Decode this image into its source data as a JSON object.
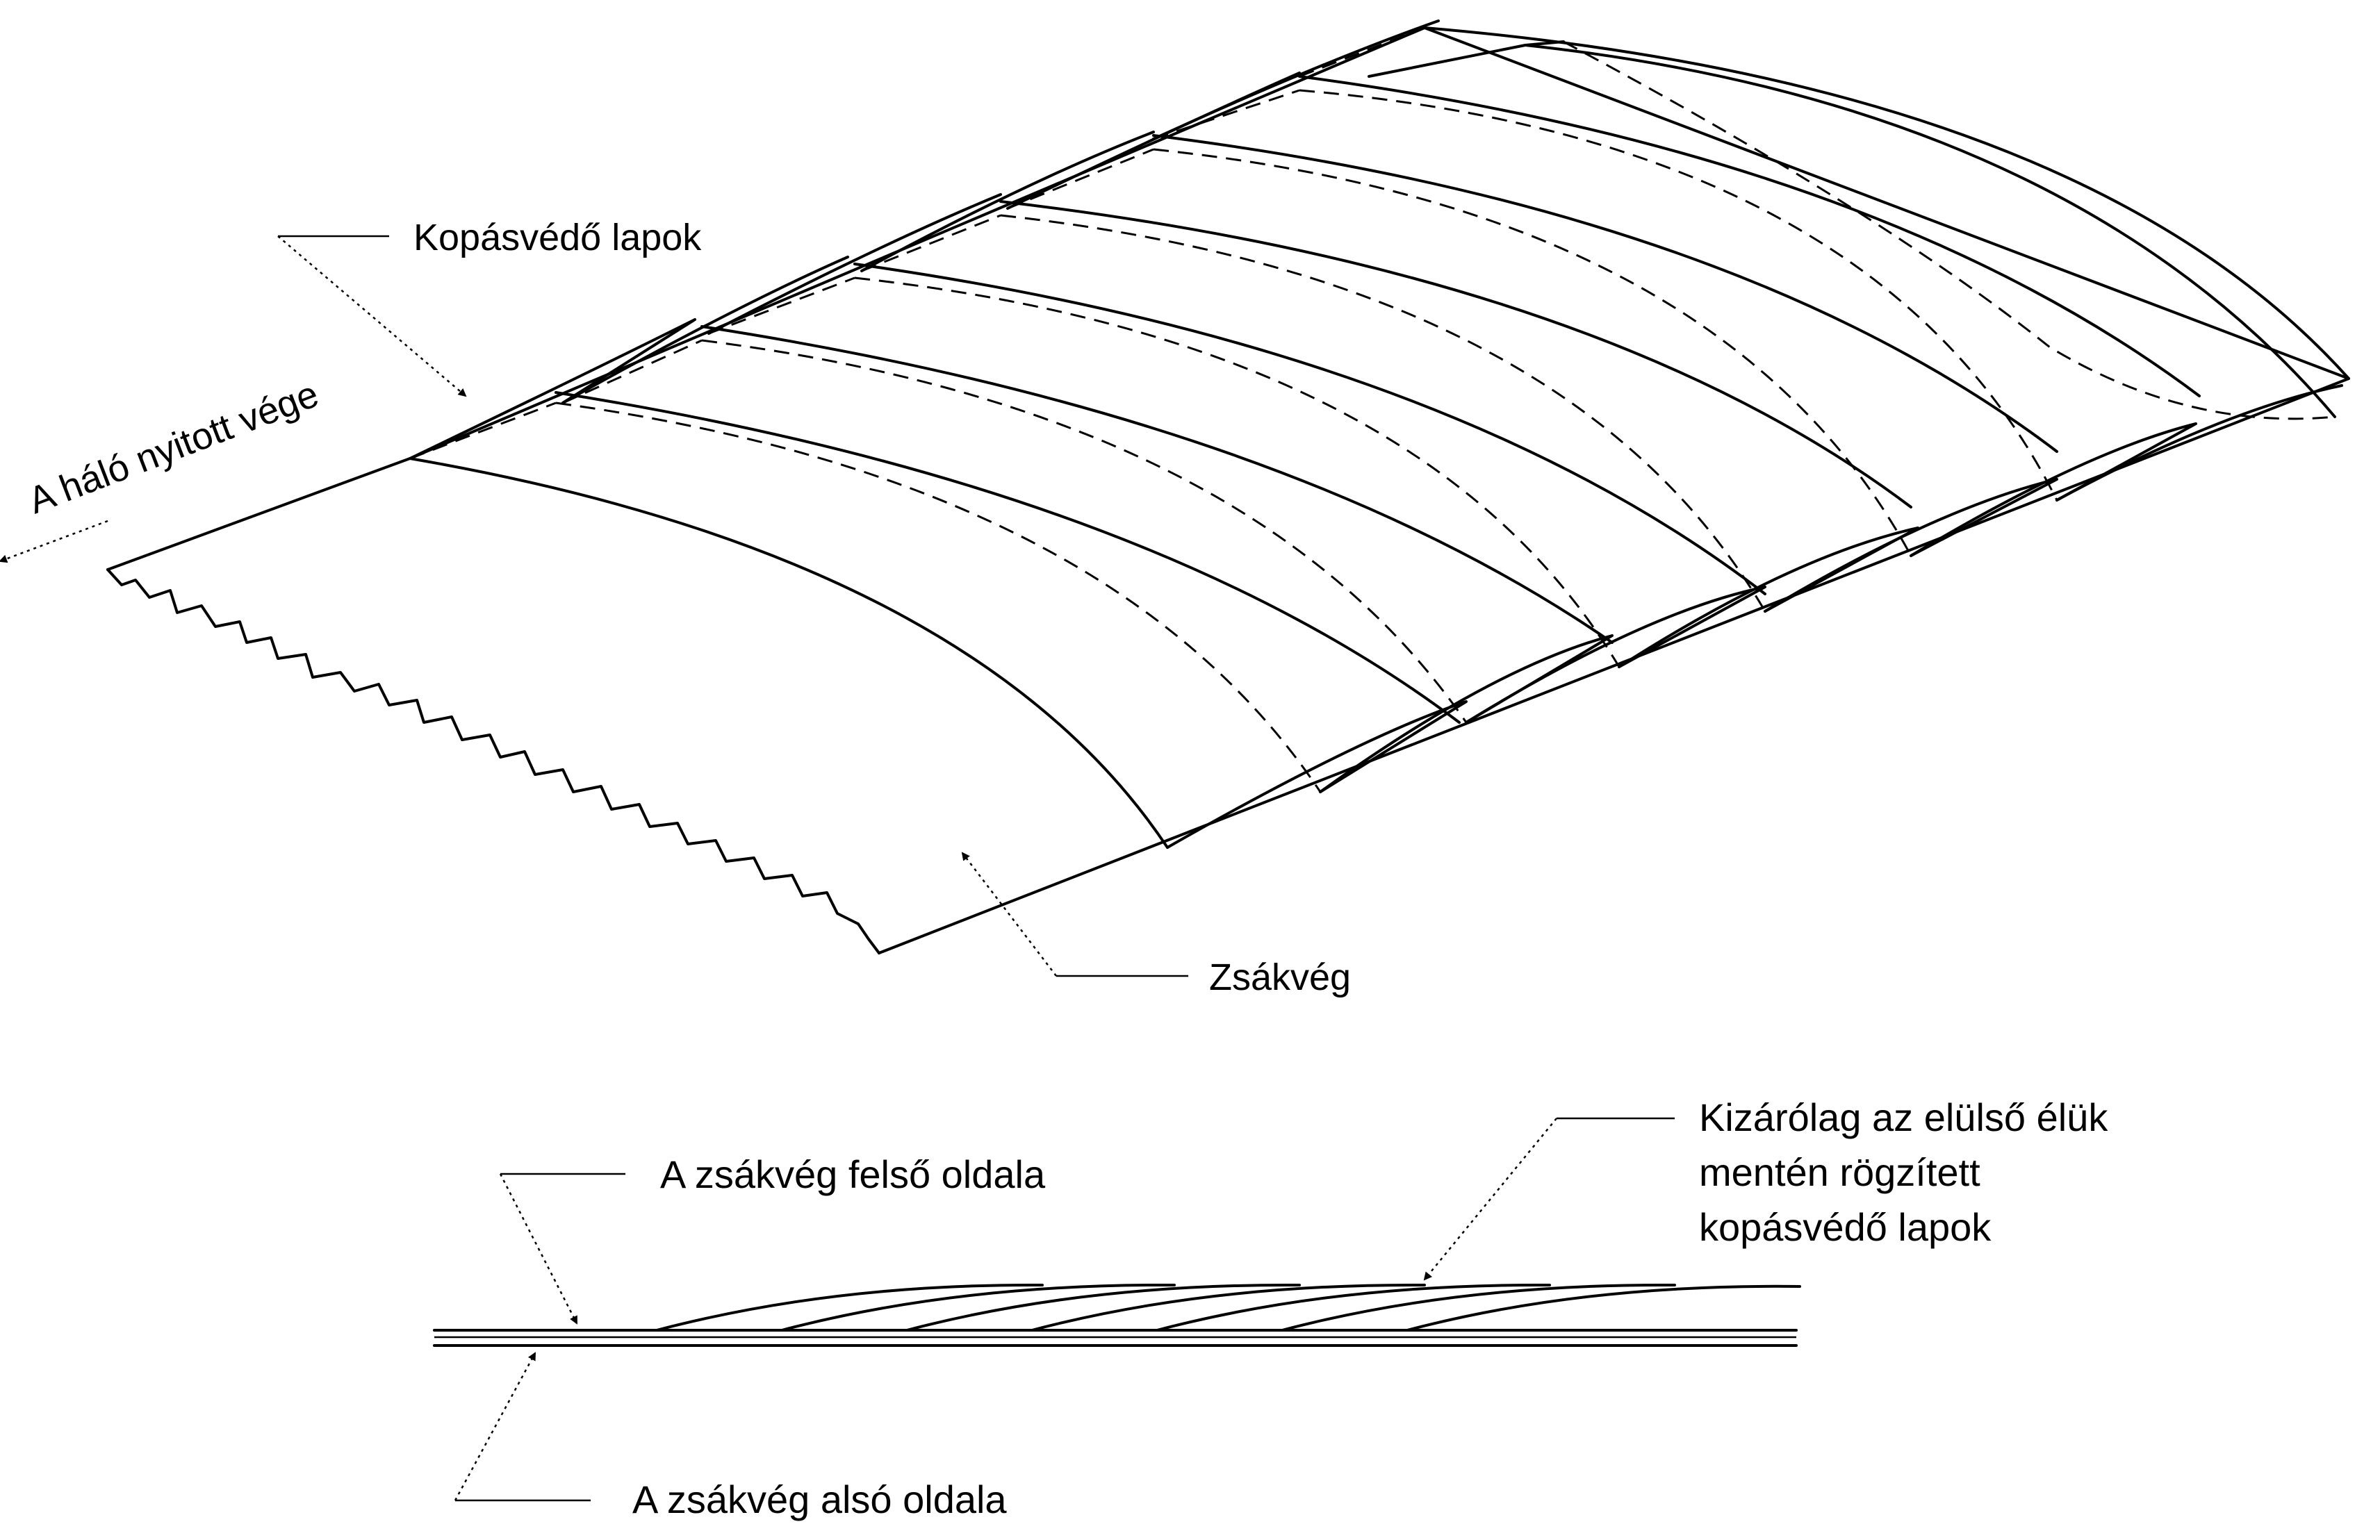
{
  "labels": {
    "wear_panels": "Kopásvédő lapok",
    "open_end": "A háló nyitott vége",
    "codend": "Zsákvég",
    "codend_top": "A zsákvég felső oldala",
    "codend_bottom": "A zsákvég alsó oldala",
    "attached_line1": "Kizárólag az elülső élük",
    "attached_line2": "mentén rögzített",
    "attached_line3": "kopásvédő lapok"
  },
  "colors": {
    "ink": "#000000",
    "background": "#ffffff"
  }
}
